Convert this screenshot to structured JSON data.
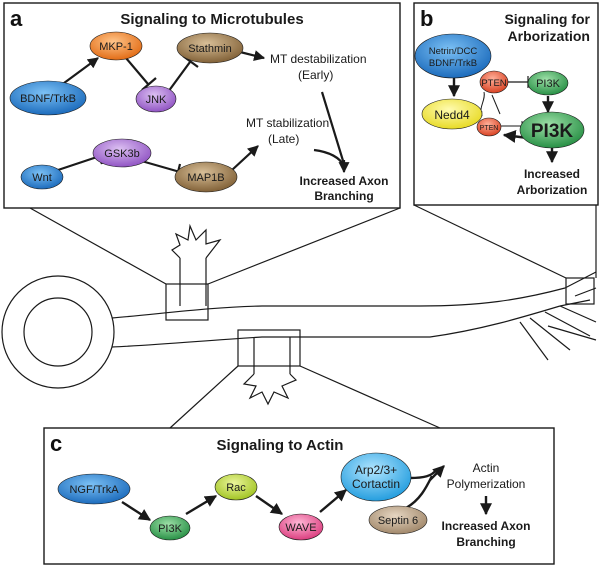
{
  "panels": {
    "a": {
      "letter": "a",
      "title": "Signaling to Microtubules",
      "nodes": {
        "bdnf": "BDNF/TrkB",
        "mkp1": "MKP-1",
        "jnk": "JNK",
        "stathmin": "Stathmin",
        "wnt": "Wnt",
        "gsk3b": "GSK3b",
        "map1b": "MAP1B"
      },
      "labels": {
        "destab_1": "MT destabilization",
        "destab_2": "(Early)",
        "stab_1": "MT stabilization",
        "stab_2": "(Late)",
        "outcome_1": "Increased Axon",
        "outcome_2": "Branching"
      }
    },
    "b": {
      "letter": "b",
      "title_1": "Signaling for",
      "title_2": "Arborization",
      "nodes": {
        "netrin_1": "Netrin/DCC",
        "netrin_2": "BDNF/TrkB",
        "pten_top": "PTEN",
        "pi3k_top": "PI3K",
        "nedd4": "Nedd4",
        "pten_low": "PTEN",
        "pi3k_big": "PI3K"
      },
      "labels": {
        "outcome_1": "Increased",
        "outcome_2": "Arborization"
      }
    },
    "c": {
      "letter": "c",
      "title": "Signaling to Actin",
      "nodes": {
        "ngf": "NGF/TrkA",
        "pi3k": "PI3K",
        "rac": "Rac",
        "wave": "WAVE",
        "arp_1": "Arp2/3+",
        "arp_2": "Cortactin",
        "septin": "Septin 6"
      },
      "labels": {
        "actin_1": "Actin",
        "actin_2": "Polymerization",
        "outcome_1": "Increased Axon",
        "outcome_2": "Branching"
      }
    }
  },
  "colors": {
    "blue": "#1f7fd6",
    "orange": "#f07a1e",
    "purple": "#a46ad0",
    "brown": "#9b7a4e",
    "green": "#3aa95a",
    "red": "#e8502e",
    "yellow": "#f4ec2e",
    "lime": "#b4d42c",
    "pink": "#e64c8c",
    "cyan": "#2aa8e8",
    "taupe": "#b59c80",
    "line": "#1a1a1a"
  }
}
